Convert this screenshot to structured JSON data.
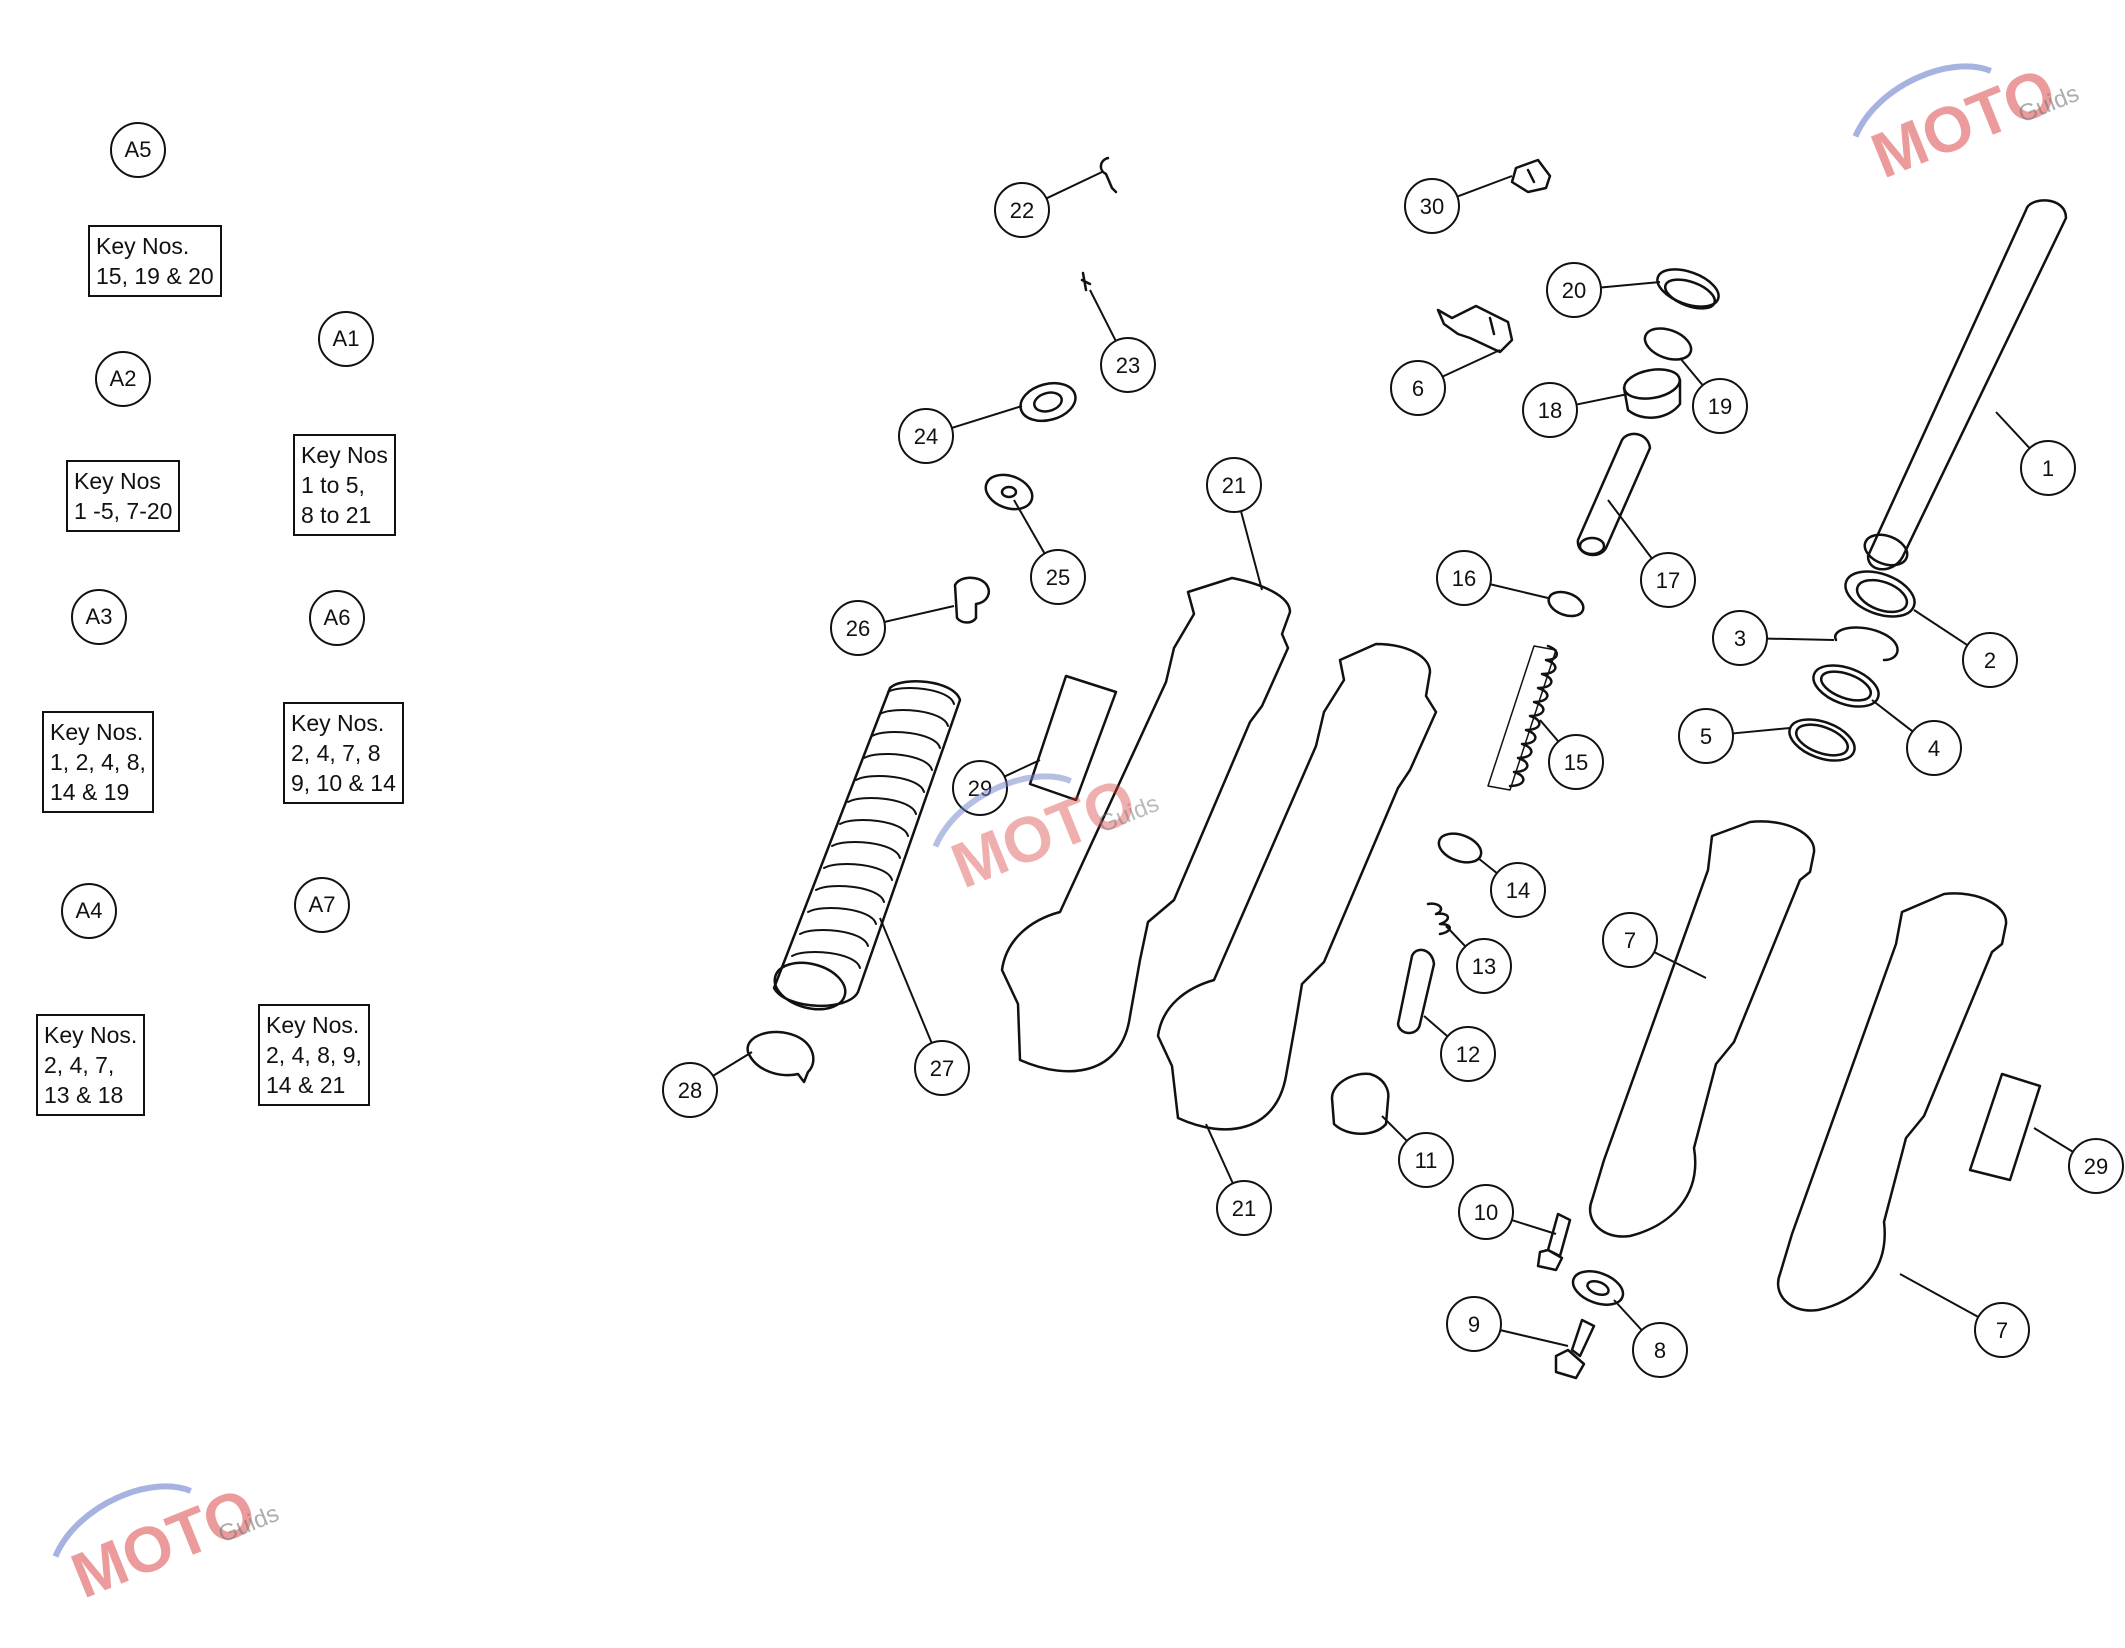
{
  "kits": [
    {
      "id": "A5",
      "lines": [
        "Key Nos.",
        "15, 19 & 20"
      ]
    },
    {
      "id": "A1",
      "lines": [
        "Key Nos",
        "1 to 5,",
        "8 to 21"
      ]
    },
    {
      "id": "A2",
      "lines": [
        "Key Nos",
        "1 -5, 7-20"
      ]
    },
    {
      "id": "A3",
      "lines": [
        "Key Nos.",
        "1, 2, 4, 8,",
        "14 & 19"
      ]
    },
    {
      "id": "A6",
      "lines": [
        "Key Nos.",
        "2, 4, 7, 8",
        "9, 10 & 14"
      ]
    },
    {
      "id": "A4",
      "lines": [
        "Key Nos.",
        "2, 4, 7,",
        "13 & 18"
      ]
    },
    {
      "id": "A7",
      "lines": [
        "Key Nos.",
        "2, 4, 8, 9,",
        "14 & 21"
      ]
    }
  ],
  "callouts": [
    "22",
    "23",
    "24",
    "25",
    "26",
    "27",
    "28",
    "29",
    "21",
    "21",
    "30",
    "20",
    "6",
    "18",
    "19",
    "17",
    "16",
    "15",
    "14",
    "13",
    "12",
    "11",
    "10",
    "9",
    "8",
    "7",
    "7",
    "1",
    "2",
    "3",
    "4",
    "5",
    "29"
  ],
  "watermark": {
    "brand": "MOTO",
    "sub": "Guids",
    "color_red": "#d93a3a",
    "color_blue": "#6b7fc9"
  }
}
